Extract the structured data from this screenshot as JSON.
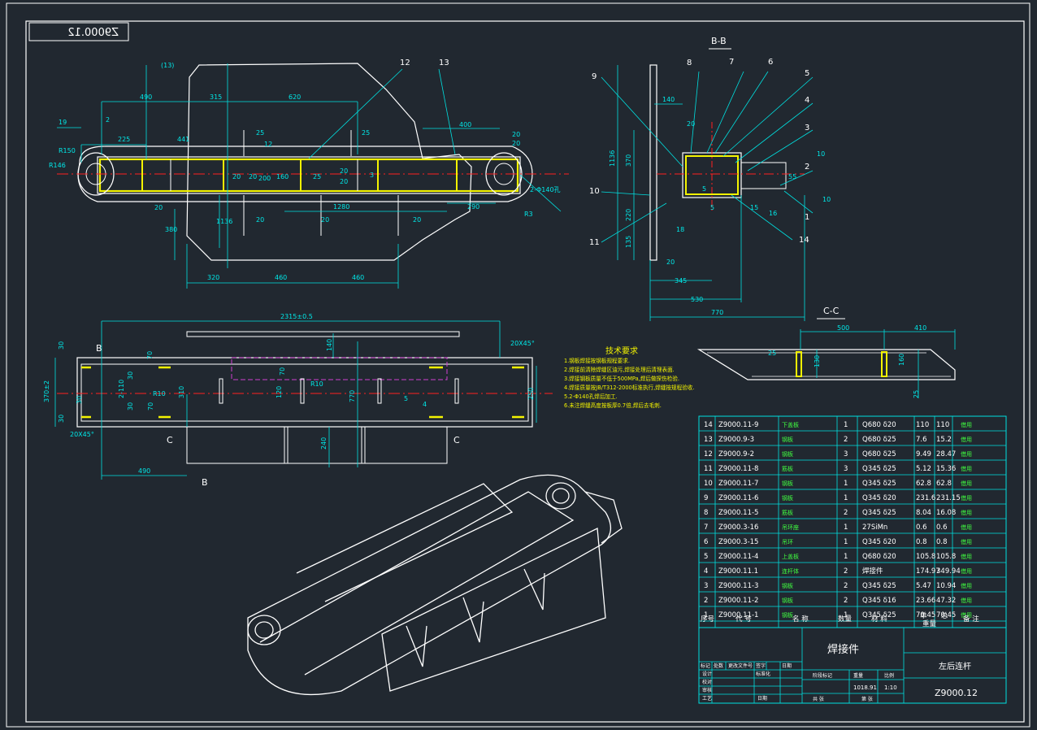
{
  "drawing_no_stamp": "Z9000.12",
  "views": {
    "bb_title": "B-B",
    "cc_title": "C-C",
    "section_b": "B",
    "section_c": "C"
  },
  "front_view": {
    "dims": [
      "490",
      "315",
      "620",
      "19",
      "225",
      "441",
      "R150",
      "R146",
      "2",
      "25",
      "25",
      "400",
      "20",
      "20",
      "12",
      "3",
      "20",
      "20",
      "20",
      "25",
      "20",
      "160",
      "200",
      "20",
      "1280",
      "20",
      "290",
      "2-Φ140孔",
      "R3",
      "20",
      "20",
      "380",
      "1136",
      "320",
      "460",
      "460",
      "(13)"
    ],
    "callouts": [
      "12",
      "13"
    ]
  },
  "side_view": {
    "callouts": [
      "9",
      "8",
      "7",
      "6",
      "5",
      "4",
      "3",
      "2",
      "1",
      "10",
      "11",
      "14"
    ],
    "dims": [
      "140",
      "1136",
      "370",
      "220",
      "135",
      "20",
      "345",
      "530",
      "770",
      "20",
      "16",
      "15",
      "55",
      "10",
      "10",
      "18",
      "5",
      "5"
    ]
  },
  "top_view": {
    "dims": [
      "2315±0.5",
      "20X45°",
      "30",
      "70",
      "70",
      "30",
      "30",
      "140",
      "70",
      "R10",
      "R10",
      "310",
      "250",
      "120",
      "370±2",
      "30",
      "2-110",
      "30",
      "770",
      "240",
      "490",
      "20X45°",
      "4",
      "5"
    ]
  },
  "cc_view": {
    "dims": [
      "500",
      "410",
      "25",
      "130",
      "160",
      "25"
    ]
  },
  "tech_notes": {
    "title": "技术要求",
    "lines": [
      "1.钢板焊接按钢板规程要求.",
      "2.焊接前清除焊缝区油污,焊接处理后清理表面.",
      "3.焊接钢板质量不低于500MPa,焊后做探伤检验.",
      "4.焊接质量按JB/T312-2000标准执行,焊缝按规程验收.",
      "5.2-Φ140孔焊后加工.",
      "6.未注焊缝高度按板厚0.7倍,焊后去毛刺."
    ]
  },
  "parts": [
    {
      "no": "14",
      "code": "Z9000.11-9",
      "name": "下盖板",
      "qty": "1",
      "material": "Q680 δ20",
      "unit": "110",
      "total": "110",
      "note": "借用"
    },
    {
      "no": "13",
      "code": "Z9000.9-3",
      "name": "钢板",
      "qty": "2",
      "material": "Q680 δ25",
      "unit": "7.6",
      "total": "15.2",
      "note": "借用"
    },
    {
      "no": "12",
      "code": "Z9000.9-2",
      "name": "钢板",
      "qty": "3",
      "material": "Q680 δ25",
      "unit": "9.49",
      "total": "28.47",
      "note": "借用"
    },
    {
      "no": "11",
      "code": "Z9000.11-8",
      "name": "筋板",
      "qty": "3",
      "material": "Q345 δ25",
      "unit": "5.12",
      "total": "15.36",
      "note": "借用"
    },
    {
      "no": "10",
      "code": "Z9000.11-7",
      "name": "钢板",
      "qty": "1",
      "material": "Q345 δ25",
      "unit": "62.8",
      "total": "62.8",
      "note": "借用"
    },
    {
      "no": "9",
      "code": "Z9000.11-6",
      "name": "钢板",
      "qty": "1",
      "material": "Q345 δ20",
      "unit": "231.6",
      "total": "231.15",
      "note": "借用"
    },
    {
      "no": "8",
      "code": "Z9000.11-5",
      "name": "筋板",
      "qty": "2",
      "material": "Q345 δ25",
      "unit": "8.04",
      "total": "16.08",
      "note": "借用"
    },
    {
      "no": "7",
      "code": "Z9000.3-16",
      "name": "吊环座",
      "qty": "1",
      "material": "27SiMn",
      "unit": "0.6",
      "total": "0.6",
      "note": "借用"
    },
    {
      "no": "6",
      "code": "Z9000.3-15",
      "name": "吊环",
      "qty": "1",
      "material": "Q345 δ20",
      "unit": "0.8",
      "total": "0.8",
      "note": "借用"
    },
    {
      "no": "5",
      "code": "Z9000.11-4",
      "name": "上盖板",
      "qty": "1",
      "material": "Q680 δ20",
      "unit": "105.8",
      "total": "105.8",
      "note": "借用"
    },
    {
      "no": "4",
      "code": "Z9000.11.1",
      "name": "连杆体",
      "qty": "2",
      "material": "焊接件",
      "unit": "174.97",
      "total": "349.94",
      "note": "借用"
    },
    {
      "no": "3",
      "code": "Z9000.11-3",
      "name": "钢板",
      "qty": "2",
      "material": "Q345 δ25",
      "unit": "5.47",
      "total": "10.94",
      "note": "借用"
    },
    {
      "no": "2",
      "code": "Z9000.11-2",
      "name": "钢板",
      "qty": "2",
      "material": "Q345 δ16",
      "unit": "23.66",
      "total": "47.32",
      "note": "借用"
    },
    {
      "no": "1",
      "code": "Z9000.11-1",
      "name": "钢板",
      "qty": "1",
      "material": "Q345 δ25",
      "unit": "70.45",
      "total": "70.45",
      "note": "借用"
    }
  ],
  "table_header": {
    "no": "序号",
    "code": "代  号",
    "name": "名  称",
    "qty": "数量",
    "material": "材  料",
    "unit": "单",
    "total": "总",
    "weight": "重量",
    "note": "备  注"
  },
  "title_block": {
    "center": "焊接件",
    "name": "左后连杆",
    "drawing_no": "Z9000.12",
    "weight": "1018.91",
    "scale": "1:10",
    "labels": [
      "标记",
      "处数",
      "更改文件号",
      "签字",
      "日期",
      "设计",
      "标准化",
      "校对",
      "审核",
      "工艺",
      "日期",
      "阶段标记",
      "重量",
      "比例",
      "共 张",
      "第 张"
    ]
  },
  "colors": {
    "background": "#212830",
    "cyan": "#00e0e0",
    "white": "#ffffff",
    "yellow": "#f4f400",
    "magenta": "#d040d0",
    "red": "#ff2020",
    "green": "#40ff40"
  }
}
